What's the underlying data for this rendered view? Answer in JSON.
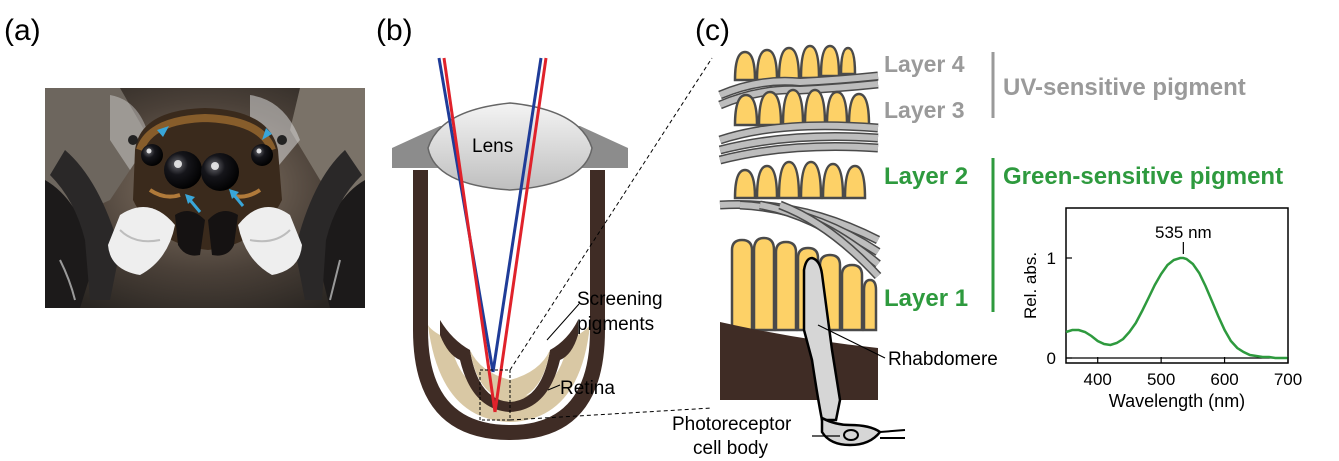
{
  "panels": {
    "a": "(a)",
    "b": "(b)",
    "c": "(c)"
  },
  "panel_b": {
    "lens": "Lens",
    "screening_1": "Screening",
    "screening_2": "pigments",
    "retina": "Retina"
  },
  "panel_c": {
    "layer4": "Layer 4",
    "layer3": "Layer 3",
    "layer2": "Layer 2",
    "layer1": "Layer 1",
    "uv_pigment": "UV-sensitive pigment",
    "green_pigment": "Green-sensitive pigment",
    "rhabdomere": "Rhabdomere",
    "cell_body_1": "Photoreceptor",
    "cell_body_2": "cell body"
  },
  "colors": {
    "uv_gray": "#9a9a9a",
    "green": "#2e9a3e",
    "rhabdom_yellow": "#fdd167",
    "tissue_brown": "#3f2c25",
    "retina_tan": "#d9c8a4",
    "ray_red": "#e0222b",
    "ray_blue": "#1f3c98",
    "arrow_cyan": "#39a6d8"
  },
  "chart_data": {
    "type": "line",
    "title": "",
    "xlabel": "Wavelength (nm)",
    "ylabel": "Rel. abs.",
    "xlim": [
      350,
      700
    ],
    "ylim": [
      -0.05,
      1.5
    ],
    "xticks": [
      "400",
      "500",
      "600",
      "700"
    ],
    "yticks": [
      "0",
      "1"
    ],
    "annotation": "535 nm",
    "peak_x": 535,
    "series": [
      {
        "color": "#2e9a3e",
        "x": [
          350,
          360,
          370,
          380,
          390,
          400,
          410,
          420,
          430,
          440,
          450,
          460,
          470,
          480,
          490,
          500,
          510,
          520,
          530,
          535,
          540,
          550,
          560,
          570,
          580,
          590,
          600,
          610,
          620,
          630,
          640,
          650,
          660,
          670,
          680,
          690,
          700
        ],
        "y": [
          0.26,
          0.28,
          0.28,
          0.26,
          0.22,
          0.17,
          0.14,
          0.13,
          0.15,
          0.19,
          0.26,
          0.35,
          0.47,
          0.6,
          0.73,
          0.84,
          0.93,
          0.98,
          1.0,
          1.0,
          0.99,
          0.94,
          0.85,
          0.72,
          0.57,
          0.42,
          0.28,
          0.17,
          0.1,
          0.06,
          0.03,
          0.02,
          0.01,
          0.01,
          0.0,
          0.0,
          0.0
        ]
      }
    ]
  }
}
